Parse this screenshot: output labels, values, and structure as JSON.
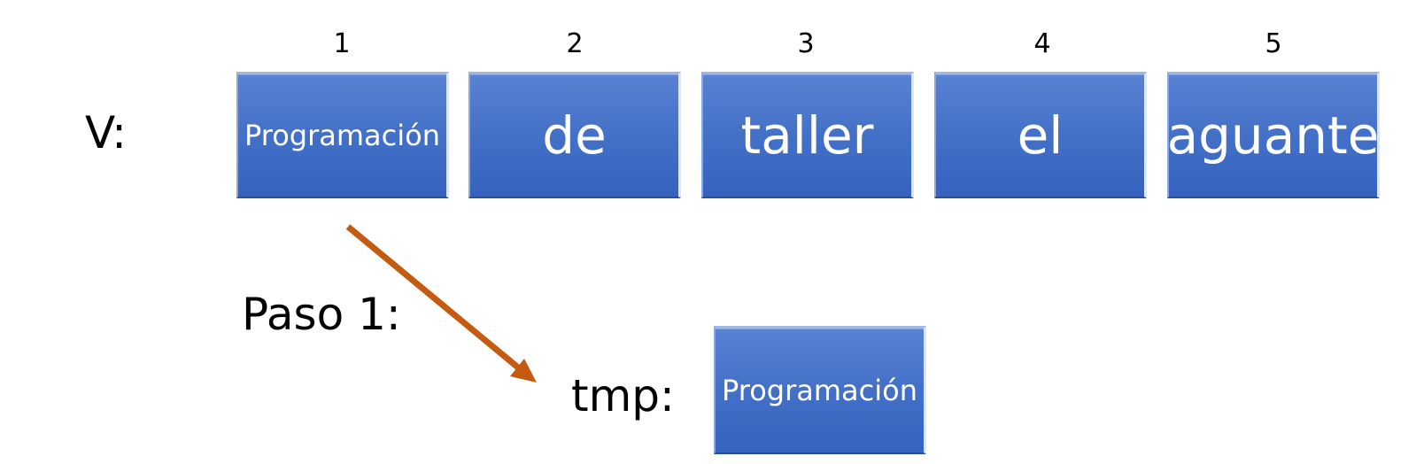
{
  "vector": {
    "label": "V:",
    "indices": [
      "1",
      "2",
      "3",
      "4",
      "5"
    ],
    "cells": [
      "Programación",
      "de",
      "taller",
      "el",
      "aguante"
    ]
  },
  "step": {
    "label": "Paso 1:"
  },
  "tmp": {
    "label": "tmp:",
    "value": "Programación"
  },
  "colors": {
    "cell_fill": "#4472c4",
    "arrow": "#c55a11",
    "text": "#000000"
  }
}
